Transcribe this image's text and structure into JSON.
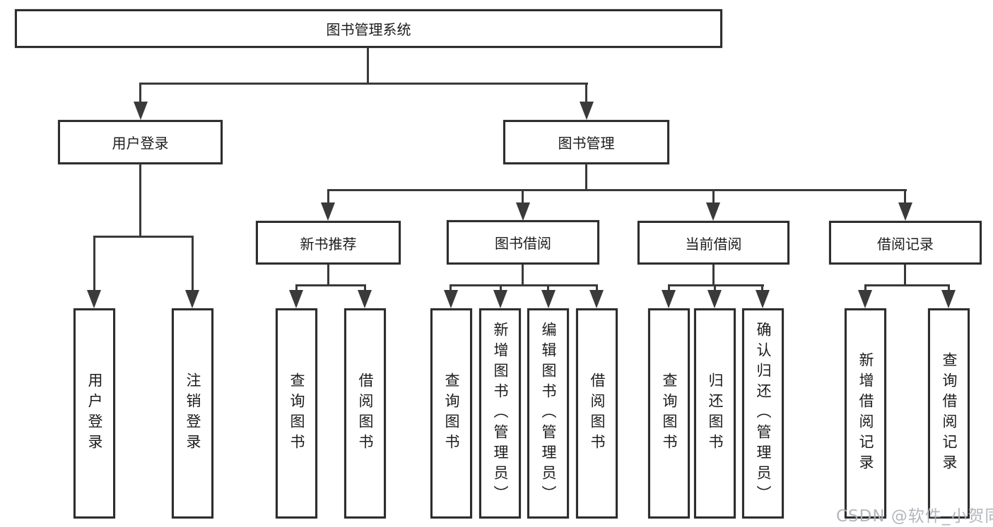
{
  "tree": {
    "root": "图书管理系统",
    "branches": [
      {
        "label": "用户登录",
        "children": [
          {
            "label": "用户登录"
          },
          {
            "label": "注销登录"
          }
        ]
      },
      {
        "label": "图书管理",
        "groups": [
          {
            "label": "新书推荐",
            "children": [
              {
                "label": "查询图书"
              },
              {
                "label": "借阅图书"
              }
            ]
          },
          {
            "label": "图书借阅",
            "children": [
              {
                "label": "查询图书"
              },
              {
                "label": "新增图书（管理员）"
              },
              {
                "label": "编辑图书（管理员）"
              },
              {
                "label": "借阅图书"
              }
            ]
          },
          {
            "label": "当前借阅",
            "children": [
              {
                "label": "查询图书"
              },
              {
                "label": "归还图书"
              },
              {
                "label": "确认归还（管理员）"
              }
            ]
          },
          {
            "label": "借阅记录",
            "children": [
              {
                "label": "新增借阅记录"
              },
              {
                "label": "查询借阅记录"
              }
            ]
          }
        ]
      }
    ]
  },
  "watermark": {
    "text": "CSDN @软件_小贺同学",
    "color": "#afb3b9"
  },
  "colors": {
    "line": "#3a3a3a",
    "box_border": "#2e2e2e",
    "box_fill": "#ffffff",
    "text": "#1c1c1c",
    "background": "#ffffff"
  }
}
